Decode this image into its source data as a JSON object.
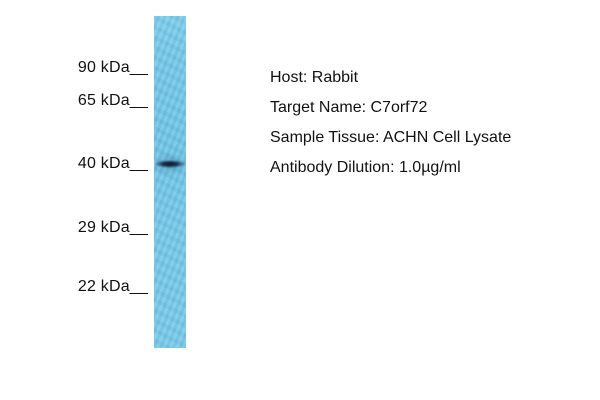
{
  "figure": {
    "type": "western-blot"
  },
  "markers": [
    {
      "label": "90 kDa__"
    },
    {
      "label": "65 kDa__"
    },
    {
      "label": "40 kDa__"
    },
    {
      "label": "29 kDa__"
    },
    {
      "label": "22 kDa__"
    }
  ],
  "band": {
    "position_label": "40 kDa"
  },
  "info": {
    "host": "Host: Rabbit",
    "target": "Target Name: C7orf72",
    "tissue": "Sample Tissue: ACHN Cell Lysate",
    "dilution": "Antibody Dilution: 1.0µg/ml"
  },
  "colors": {
    "background": "#ffffff",
    "lane": "#74c8e8",
    "band": "#10222f",
    "text": "#111111"
  }
}
